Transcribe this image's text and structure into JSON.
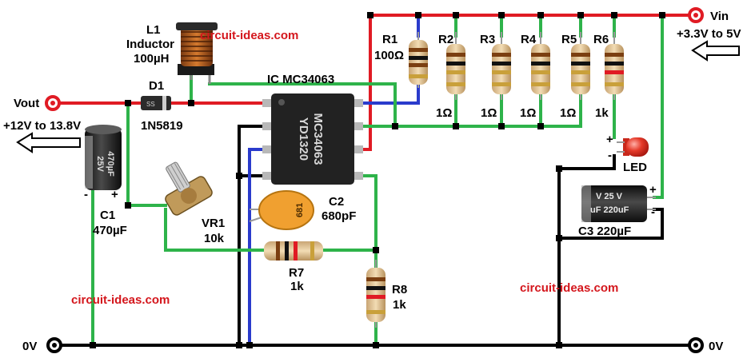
{
  "colors": {
    "red_wire": "#e01b24",
    "green_wire": "#2eb34a",
    "blue_wire": "#2a3bcc",
    "black_wire": "#000000",
    "watermark": "#d4161c",
    "ic_body": "#222222",
    "capacitor_orange": "#f0a030",
    "electrolytic_body": "#1d1d1d",
    "led": "#e53a2a"
  },
  "labels": {
    "vout": "Vout",
    "vout_range": "+12V to 13.8V",
    "vin": "Vin",
    "vin_range": "+3.3V to 5V",
    "gnd_left": "0V",
    "gnd_right": "0V",
    "l1_name": "L1",
    "l1_type": "Inductor",
    "l1_value": "100µH",
    "d1_name": "D1",
    "d1_part": "1N5819",
    "ic": "IC  MC34063",
    "ic_marking_top": "MC34063",
    "ic_marking_bottom": "YD1320",
    "r1_name": "R1",
    "r1_value": "100Ω",
    "r2_name": "R2",
    "r3_name": "R3",
    "r4_name": "R4",
    "r5_name": "R5",
    "r6_name": "R6",
    "r2_value": "1Ω",
    "r3_value": "1Ω",
    "r4_value": "1Ω",
    "r5_value": "1Ω",
    "r6_value": "1k",
    "led": "LED",
    "c1_name": "C1",
    "c1_value": "470µF",
    "c1_minus": "-",
    "c1_plus": "+",
    "c2_name": "C2",
    "c2_value": "680pF",
    "c2_marking": "681",
    "c3": "C3 220µF",
    "c3_plus": "+",
    "c3_minus": "-",
    "led_plus": "+",
    "led_minus": "-",
    "vr1_name": "VR1",
    "vr1_value": "10k",
    "r7_name": "R7",
    "r7_value": "1k",
    "r8_name": "R8",
    "r8_value": "1k",
    "c1_marking_1": "470µF",
    "c1_marking_2": "25V",
    "c3_marking": "V 25 V",
    "c3_marking_2": "uF 220uF",
    "d1_marking": "SS",
    "watermark_1": "circuit-ideas.com",
    "watermark_2": "circuit-ideas.com",
    "watermark_3": "circuit-ideas.com"
  }
}
